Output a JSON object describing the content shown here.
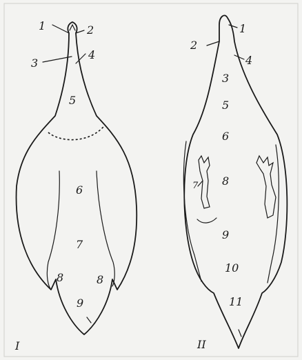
{
  "figure_I": {
    "roman": "I",
    "labels": [
      "1",
      "2",
      "3",
      "4",
      "5",
      "6",
      "7",
      "8",
      "8",
      "9"
    ]
  },
  "figure_II": {
    "roman": "II",
    "labels": [
      "1",
      "2",
      "3",
      "4",
      "5",
      "6",
      "7",
      "8",
      "9",
      "10",
      "11"
    ]
  }
}
